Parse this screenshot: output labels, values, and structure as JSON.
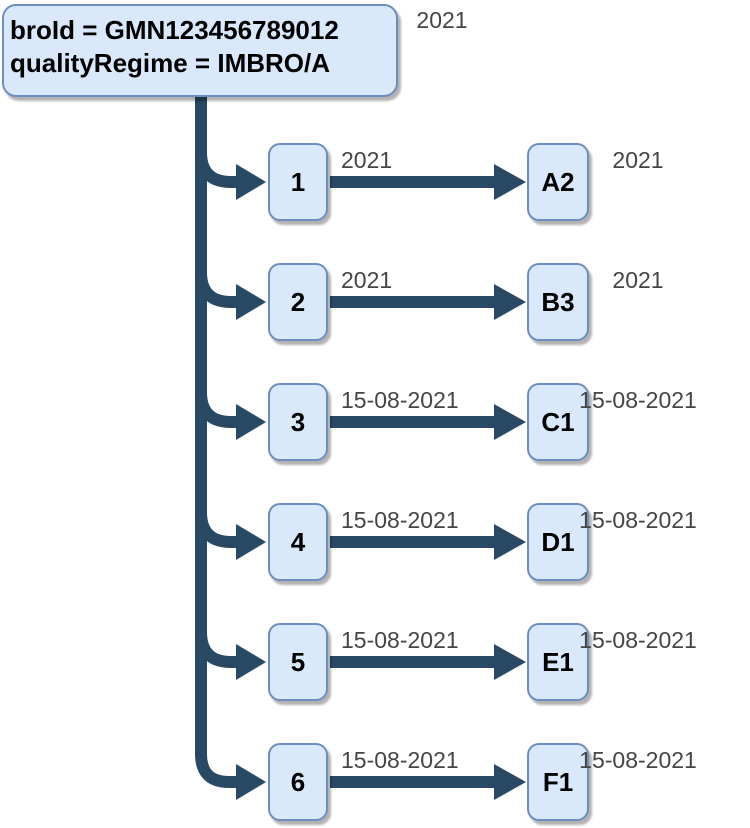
{
  "colors": {
    "connector": "#284863",
    "box_fill": "#dae8fc",
    "box_border": "#6c8ebf",
    "label_color": "#454545",
    "box_text": "#000000"
  },
  "diagram": {
    "root": {
      "line1": "broId = GMN123456789012",
      "line2": "qualityRegime = IMBRO/A",
      "label": "2021"
    },
    "rows": [
      {
        "num": "1",
        "edge_label": "2021",
        "target": "A2",
        "right_label": "2021"
      },
      {
        "num": "2",
        "edge_label": "2021",
        "target": "B3",
        "right_label": "2021"
      },
      {
        "num": "3",
        "edge_label": "15-08-2021",
        "target": "C1",
        "right_label": "15-08-2021"
      },
      {
        "num": "4",
        "edge_label": "15-08-2021",
        "target": "D1",
        "right_label": "15-08-2021"
      },
      {
        "num": "5",
        "edge_label": "15-08-2021",
        "target": "E1",
        "right_label": "15-08-2021"
      },
      {
        "num": "6",
        "edge_label": "15-08-2021",
        "target": "F1",
        "right_label": "15-08-2021"
      }
    ]
  }
}
